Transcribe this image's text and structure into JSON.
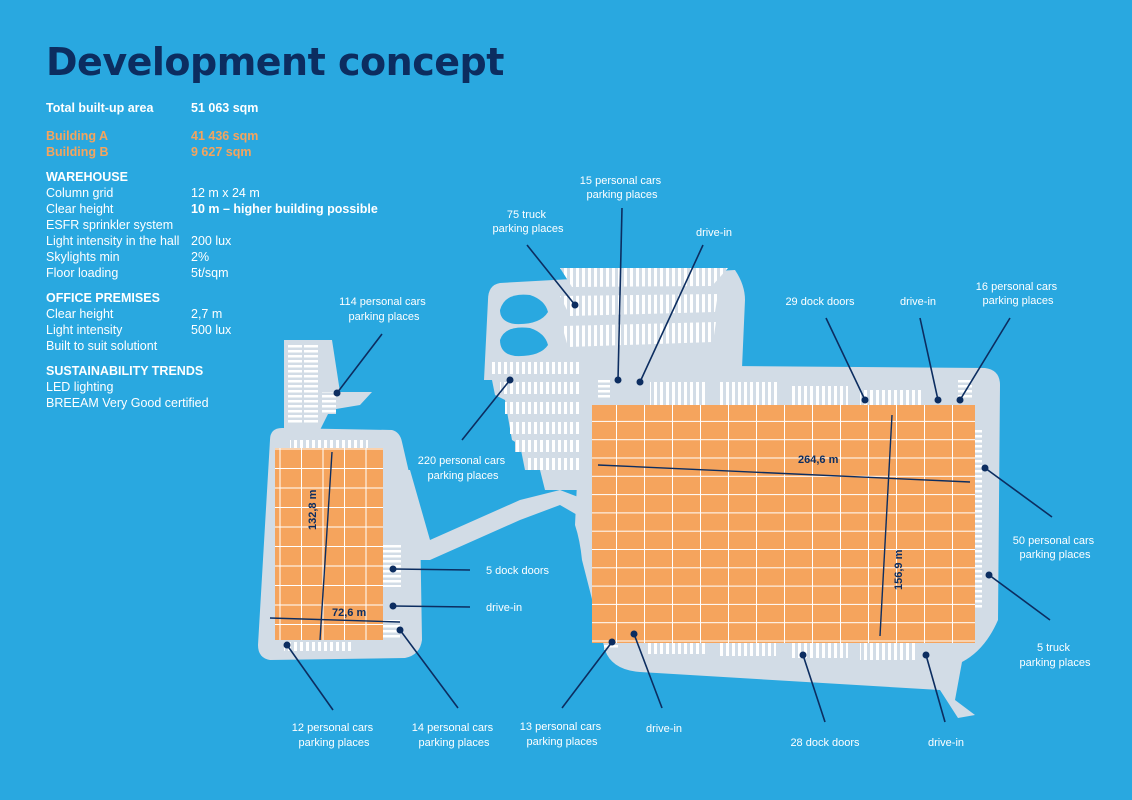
{
  "title": "Development concept",
  "summary": {
    "label": "Total built-up area",
    "value": "51 063 sqm"
  },
  "buildings": [
    {
      "label": "Building A",
      "value": "41 436 sqm"
    },
    {
      "label": "Building B",
      "value": "9 627 sqm"
    }
  ],
  "warehouse": {
    "heading": "WAREHOUSE",
    "rows": [
      {
        "label": "Column grid",
        "value": "12 m x 24 m"
      },
      {
        "label": "Clear height",
        "value": "10 m – higher building possible"
      },
      {
        "label": "ESFR sprinkler system",
        "value": ""
      },
      {
        "label": "Light intensity in the hall",
        "value": "200 lux"
      },
      {
        "label": "Skylights min",
        "value": "2%"
      },
      {
        "label": "Floor loading",
        "value": "5t/sqm"
      }
    ]
  },
  "office": {
    "heading": "OFFICE PREMISES",
    "rows": [
      {
        "label": "Clear height",
        "value": "2,7 m"
      },
      {
        "label": "Light intensity",
        "value": "500 lux"
      },
      {
        "label": "Built to suit solutiont",
        "value": ""
      }
    ]
  },
  "sustainability": {
    "heading": "SUSTAINABILITY TRENDS",
    "rows": [
      "LED lighting",
      "BREEAM Very Good certified"
    ]
  },
  "colors": {
    "background": "#29a8e0",
    "site": "#d2dce6",
    "building": "#f5a45d",
    "navy": "#0c2d60",
    "highlight": "#f5a45d"
  },
  "plan": {
    "dimensions": {
      "building_a_length": "264,6 m",
      "building_a_width": "156,9 m",
      "building_b_length": "132,8 m",
      "building_b_width": "72,6 m"
    },
    "labels": {
      "truck75": [
        "75 truck",
        "parking places"
      ],
      "cars15": [
        "15 personal cars",
        "parking places"
      ],
      "drivein_top": [
        "drive-in"
      ],
      "cars114": [
        "114 personal cars",
        "parking places"
      ],
      "dock29": [
        "29 dock doors"
      ],
      "drivein_top2": [
        "drive-in"
      ],
      "cars16": [
        "16 personal cars",
        "parking places"
      ],
      "cars220": [
        "220 personal cars",
        "parking places"
      ],
      "cars50": [
        "50 personal cars",
        "parking places"
      ],
      "dock5": [
        "5 dock doors"
      ],
      "drivein_b": [
        "drive-in"
      ],
      "truck5": [
        "5 truck",
        "parking places"
      ],
      "cars12": [
        "12 personal cars",
        "parking places"
      ],
      "cars14": [
        "14 personal cars",
        "parking places"
      ],
      "cars13": [
        "13 personal cars",
        "parking places"
      ],
      "drivein_bottom": [
        "drive-in"
      ],
      "dock28": [
        "28 dock doors"
      ],
      "drivein_bottom2": [
        "drive-in"
      ]
    }
  }
}
